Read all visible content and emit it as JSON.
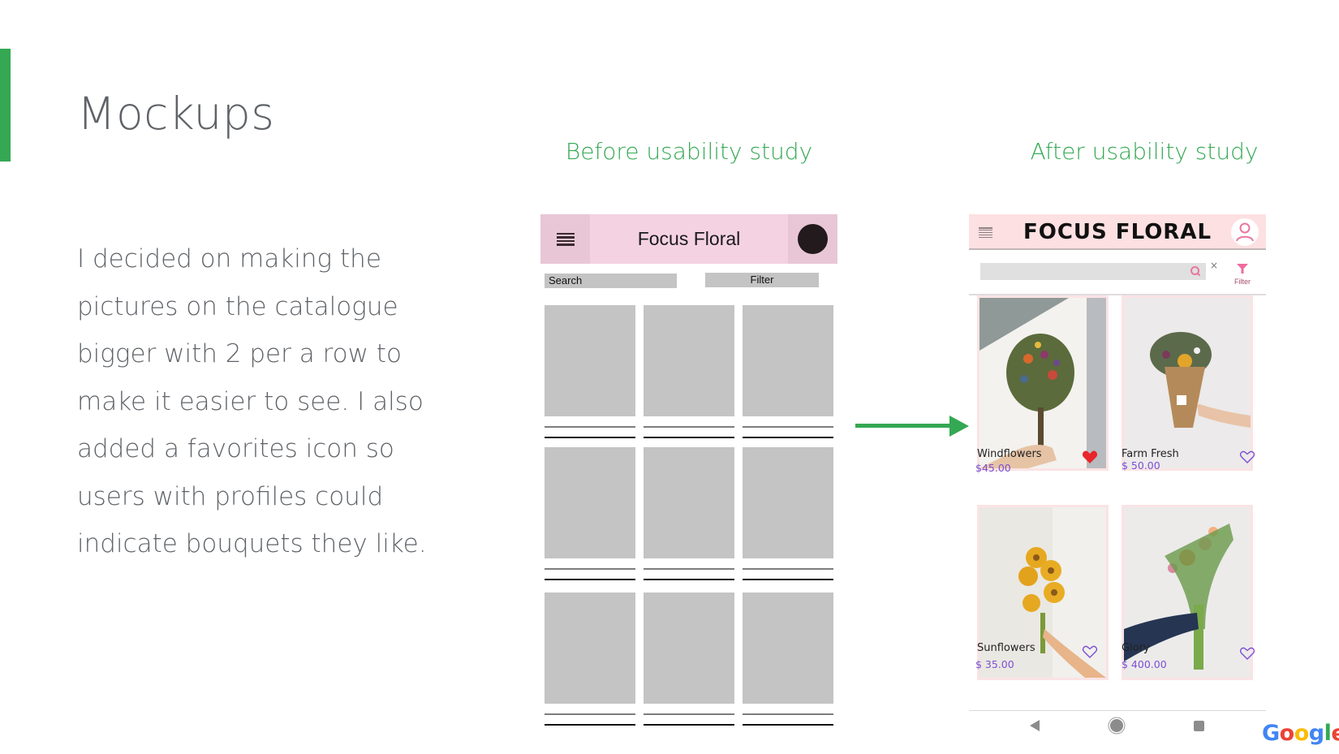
{
  "slide": {
    "title": "Mockups",
    "body_lines": [
      "I decided on making the",
      "pictures on the catalogue",
      "bigger with 2 per a row to",
      "make it easier to see. I also",
      "added a favorites icon so",
      "users with profiles could",
      "indicate bouquets they like."
    ],
    "accent_color": "#34a853"
  },
  "before": {
    "label": "Before usability study",
    "app_title": "Focus Floral",
    "search_label": "Search",
    "filter_label": "Filter",
    "icons": [
      "hamburger-menu-icon",
      "avatar-icon"
    ],
    "grid_columns": 3,
    "grid_rows": 3
  },
  "after": {
    "label": "After usability study",
    "app_title": "FOCUS FLORAL",
    "search_placeholder": "",
    "clear_symbol": "×",
    "filter_label": "Filter",
    "icons": [
      "hamburger-menu-icon",
      "profile-icon",
      "search-icon",
      "filter-funnel-icon",
      "heart-icon"
    ],
    "products": [
      {
        "name": "Windflowers",
        "price": "$45.00",
        "favorited": true
      },
      {
        "name": "Farm Fresh",
        "price": "$ 50.00",
        "favorited": false
      },
      {
        "name": "Sunflowers",
        "price": "$ 35.00",
        "favorited": false
      },
      {
        "name": "Glory",
        "price": "$ 400.00",
        "favorited": false
      }
    ],
    "nav_icons": [
      "back-icon",
      "home-icon",
      "recents-icon"
    ],
    "colors": {
      "header": "#fde0e2",
      "price": "#7b4fd4",
      "fav_active": "#e8262b",
      "fav_outline": "#7b4fd4",
      "accent_pink": "#e8779f"
    }
  },
  "branding": {
    "logo_letters": [
      "G",
      "o",
      "o",
      "g",
      "l",
      "e"
    ]
  }
}
